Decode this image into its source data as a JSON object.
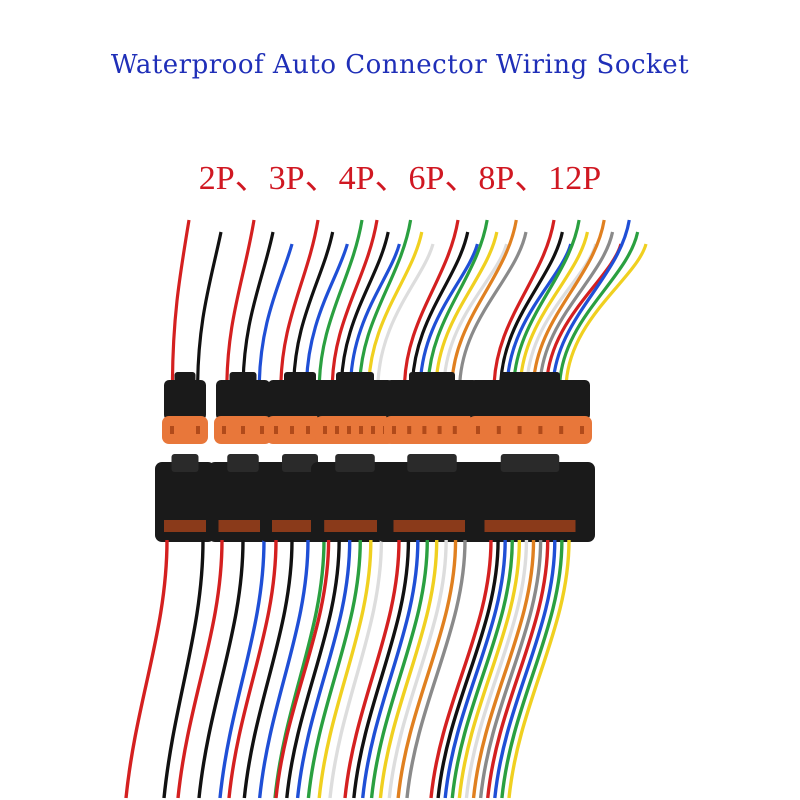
{
  "header": {
    "title": "Waterproof Auto Connector Wiring Socket",
    "subtitle": "2P、3P、4P、6P、8P、12P"
  },
  "colors": {
    "title": "#1f2fb8",
    "subtitle": "#d01822",
    "housing": "#1a1a1a",
    "insert": "#e8773a"
  },
  "product": {
    "icon": "wire-harness-connectors-photo",
    "connectors": [
      {
        "pins": 2,
        "wires": [
          "#d42020",
          "#111111"
        ]
      },
      {
        "pins": 3,
        "wires": [
          "#d42020",
          "#111111",
          "#1f4fd6"
        ]
      },
      {
        "pins": 4,
        "wires": [
          "#d42020",
          "#111111",
          "#1f4fd6",
          "#2aa040"
        ]
      },
      {
        "pins": 6,
        "wires": [
          "#d42020",
          "#111111",
          "#1f4fd6",
          "#2aa040",
          "#f0d020",
          "#ffffff"
        ]
      },
      {
        "pins": 8,
        "wires": [
          "#d42020",
          "#111111",
          "#1f4fd6",
          "#2aa040",
          "#f0d020",
          "#ffffff",
          "#e08020",
          "#8a8a8a"
        ]
      },
      {
        "pins": 12,
        "wires": [
          "#d42020",
          "#111111",
          "#1f4fd6",
          "#2aa040",
          "#f0d020",
          "#ffffff",
          "#e08020",
          "#8a8a8a",
          "#d42020",
          "#1f4fd6",
          "#2aa040",
          "#f0d020"
        ]
      }
    ]
  }
}
